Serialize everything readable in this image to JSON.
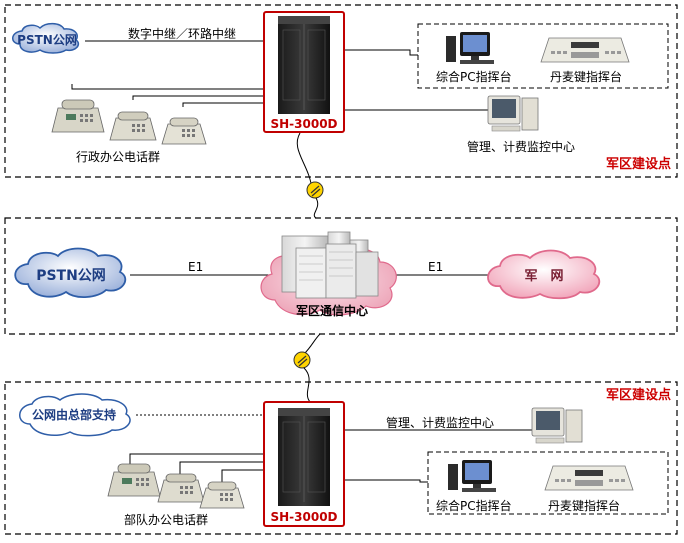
{
  "top_section": {
    "pstn_label": "PSTN公网",
    "trunk_label": "数字中继／环路中继",
    "switch_label": "SH-3000D",
    "office_phones_label": "行政办公电话群",
    "pc_console_label": "综合PC指挥台",
    "key_console_label": "丹麦键指挥台",
    "monitor_center_label": "管理、计费监控中心",
    "site_label": "军区建设点"
  },
  "middle_section": {
    "pstn_label": "PSTN公网",
    "e1_left_label": "E1",
    "e1_right_label": "E1",
    "military_net_label": "军　网",
    "comm_center_label": "军区通信中心"
  },
  "bottom_section": {
    "site_label": "军区建设点",
    "hq_support_label": "公网由总部支持",
    "monitor_center_label": "管理、计费监控中心",
    "switch_label": "SH-3000D",
    "army_phones_label": "部队办公电话群",
    "pc_console_label": "综合PC指挥台",
    "key_console_label": "丹麦键指挥台"
  },
  "colors": {
    "pstn_cloud": "#2f5ea8",
    "pstn_cloud_fill": "#d9e4f5",
    "military_cloud": "#e06a8c",
    "military_cloud_fill": "#f9d6e0",
    "site_label": "#cc0000",
    "switch_border": "#c00000",
    "link_badge": "#ffd400"
  },
  "icons": [
    "cloud-icon",
    "server-cabinet-icon",
    "desk-phone-icon",
    "pc-workstation-icon",
    "key-console-icon",
    "server-rack-icon",
    "lightning-link-icon"
  ]
}
